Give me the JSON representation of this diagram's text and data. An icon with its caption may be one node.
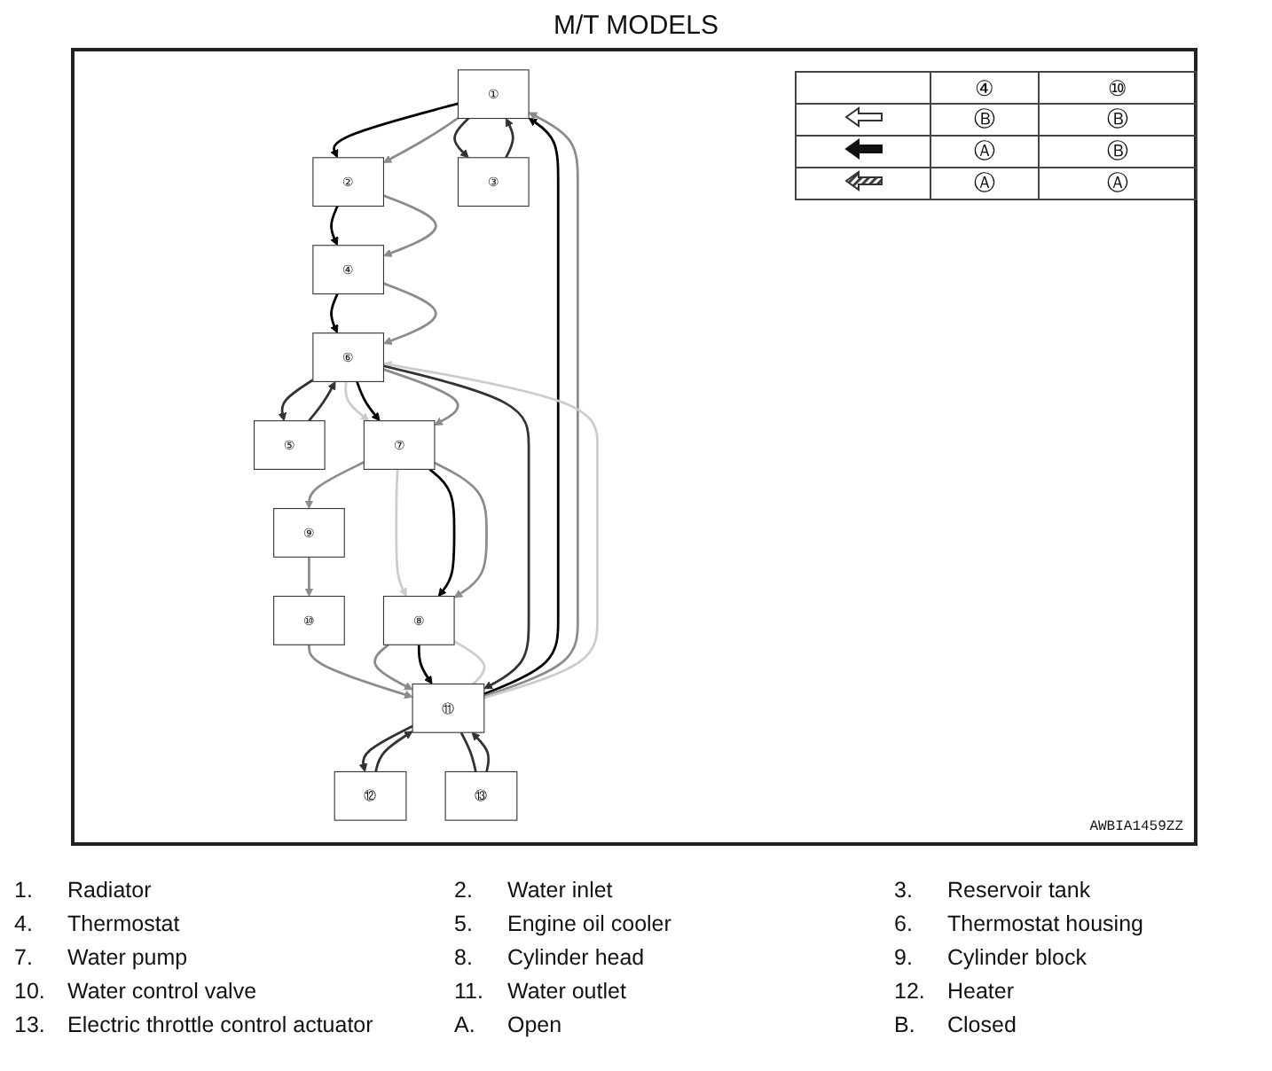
{
  "diagram": {
    "title": "M/T MODELS",
    "nodes": [
      {
        "text": [
          "①"
        ]
      },
      {
        "text": [
          "②"
        ]
      },
      {
        "text": [
          "③"
        ]
      },
      {
        "text": [
          "④"
        ]
      },
      {
        "text": [
          "⑤"
        ]
      },
      {
        "text": [
          "⑥"
        ]
      },
      {
        "text": [
          "⑦"
        ]
      },
      {
        "text": [
          "⑧"
        ]
      },
      {
        "text": [
          "⑨"
        ]
      },
      {
        "text": [
          "⑩"
        ]
      },
      {
        "text": [
          "⑪"
        ]
      },
      {
        "text": [
          "⑫"
        ]
      },
      {
        "text": [
          "⑬"
        ]
      }
    ],
    "edges": [
      {
        "from": 0,
        "to": 1,
        "arrow": "to",
        "color": "#000000"
      },
      {
        "from": 0,
        "to": 1,
        "arrow": "to",
        "color": "#8c8c8c"
      },
      {
        "from": 1,
        "to": 3,
        "arrow": "to",
        "color": "#000000"
      },
      {
        "from": 1,
        "to": 3,
        "arrow": "to",
        "color": "#8c8c8c"
      },
      {
        "from": 3,
        "to": 5,
        "arrow": "to",
        "color": "#000000"
      },
      {
        "from": 3,
        "to": 5,
        "arrow": "to",
        "color": "#8c8c8c"
      },
      {
        "from": 5,
        "to": 6,
        "arrow": "to",
        "color": "#cccccc"
      },
      {
        "from": 5,
        "to": 6,
        "arrow": "to",
        "color": "#000000"
      },
      {
        "from": 5,
        "to": 6,
        "arrow": "to",
        "color": "#8c8c8c"
      },
      {
        "from": 6,
        "to": 7,
        "arrow": "to",
        "color": "#cccccc"
      },
      {
        "from": 6,
        "to": 7,
        "arrow": "to",
        "color": "#000000"
      },
      {
        "from": 6,
        "to": 7,
        "arrow": "to",
        "color": "#8c8c8c"
      },
      {
        "from": 6,
        "to": 8,
        "arrow": "to",
        "color": "#8c8c8c"
      },
      {
        "from": 8,
        "to": 9,
        "arrow": "to",
        "color": "#8c8c8c"
      },
      {
        "from": 9,
        "to": 10,
        "arrow": "to",
        "color": "#8c8c8c"
      },
      {
        "from": 7,
        "to": 10,
        "arrow": "to",
        "color": "#8c8c8c"
      },
      {
        "from": 7,
        "to": 10,
        "arrow": "to",
        "color": "#000000"
      },
      {
        "from": 7,
        "to": 10,
        "arrow": "none",
        "color": "#cccccc"
      },
      {
        "from": 10,
        "to": 0,
        "arrow": "to",
        "color": "#000000"
      },
      {
        "from": 10,
        "to": 0,
        "arrow": "to",
        "color": "#8c8c8c"
      },
      {
        "from": 10,
        "to": 5,
        "arrow": "to",
        "color": "#cccccc"
      },
      {
        "from": 0,
        "to": 2,
        "arrow": "to"
      },
      {
        "from": 2,
        "to": 0,
        "arrow": "to"
      },
      {
        "from": 4,
        "to": 5,
        "arrow": "to"
      },
      {
        "from": 5,
        "to": 4,
        "arrow": "to"
      },
      {
        "from": 5,
        "to": 10,
        "arrow": "to"
      },
      {
        "from": 10,
        "to": 11,
        "arrow": "to"
      },
      {
        "from": 10,
        "to": 12,
        "arrow": "none"
      },
      {
        "from": 11,
        "to": 10,
        "arrow": "to"
      },
      {
        "from": 12,
        "to": 10,
        "arrow": "to"
      }
    ],
    "labels": [
      "④",
      "⑩",
      "Ⓑ",
      "Ⓑ",
      "Ⓐ",
      "Ⓑ",
      "Ⓐ",
      "Ⓐ",
      "AWBIA1459ZZ",
      "1.",
      "Radiator",
      "2.",
      "Water inlet",
      "3.",
      "Reservoir tank",
      "4.",
      "Thermostat",
      "5.",
      "Engine oil cooler",
      "6.",
      "Thermostat housing",
      "7.",
      "Water pump",
      "8.",
      "Cylinder head",
      "9.",
      "Cylinder block",
      "10.",
      "Water control valve",
      "11.",
      "Water outlet",
      "12.",
      "Heater",
      "13.",
      "Electric throttle control actuator",
      "A.",
      "Open",
      "B.",
      "Closed"
    ]
  }
}
